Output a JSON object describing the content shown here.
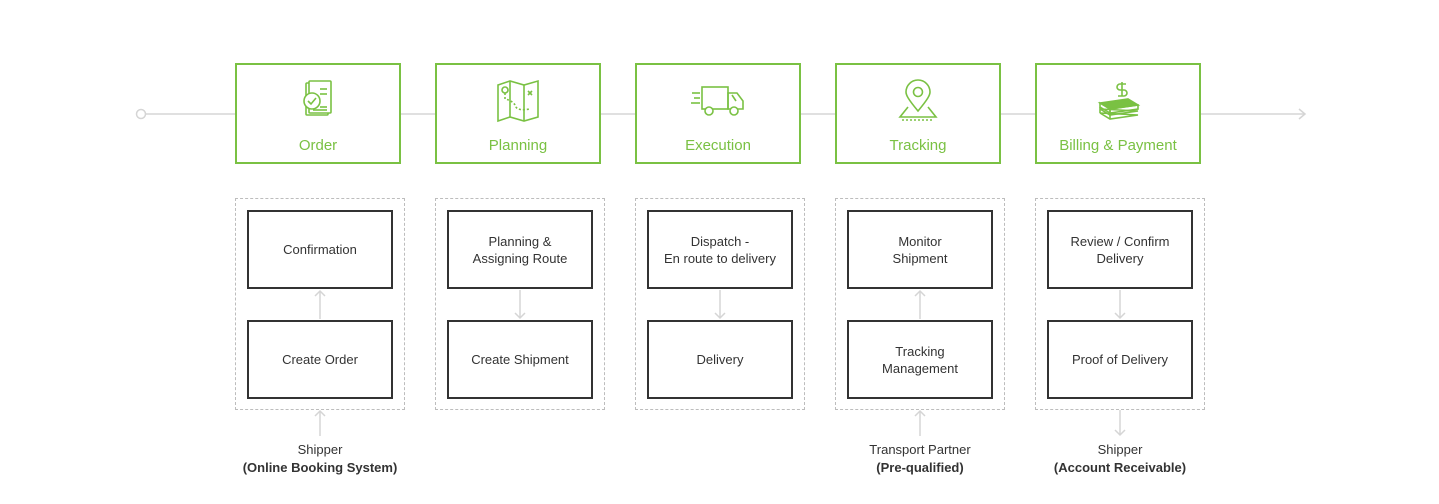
{
  "colors": {
    "accent": "#7ac143",
    "box_border": "#333333",
    "connector": "#d5d5d5",
    "group_border": "#bdbdbd"
  },
  "stages": [
    {
      "label": "Order",
      "icon": "order-checklist-icon"
    },
    {
      "label": "Planning",
      "icon": "route-map-icon"
    },
    {
      "label": "Execution",
      "icon": "delivery-truck-icon"
    },
    {
      "label": "Tracking",
      "icon": "location-pin-icon"
    },
    {
      "label": "Billing & Payment",
      "icon": "money-stack-icon"
    }
  ],
  "groups": [
    {
      "top": "Confirmation",
      "bottom": "Create Order",
      "arrow": "up"
    },
    {
      "top": "Planning &\nAssigning Route",
      "bottom": "Create Shipment",
      "arrow": "down"
    },
    {
      "top": "Dispatch -\nEn route to delivery",
      "bottom": "Delivery",
      "arrow": "down"
    },
    {
      "top": "Monitor\nShipment",
      "bottom": "Tracking\nManagement",
      "arrow": "up"
    },
    {
      "top": "Review / Confirm\nDelivery",
      "bottom": "Proof of Delivery",
      "arrow": "down"
    }
  ],
  "actors": [
    {
      "name": "Shipper",
      "detail": "(Online Booking System)",
      "arrow": "up"
    },
    {
      "name": "Transport Partner",
      "detail": "(Pre-qualified)",
      "arrow": "up"
    },
    {
      "name": "Shipper",
      "detail": "(Account Receivable)",
      "arrow": "down"
    }
  ]
}
